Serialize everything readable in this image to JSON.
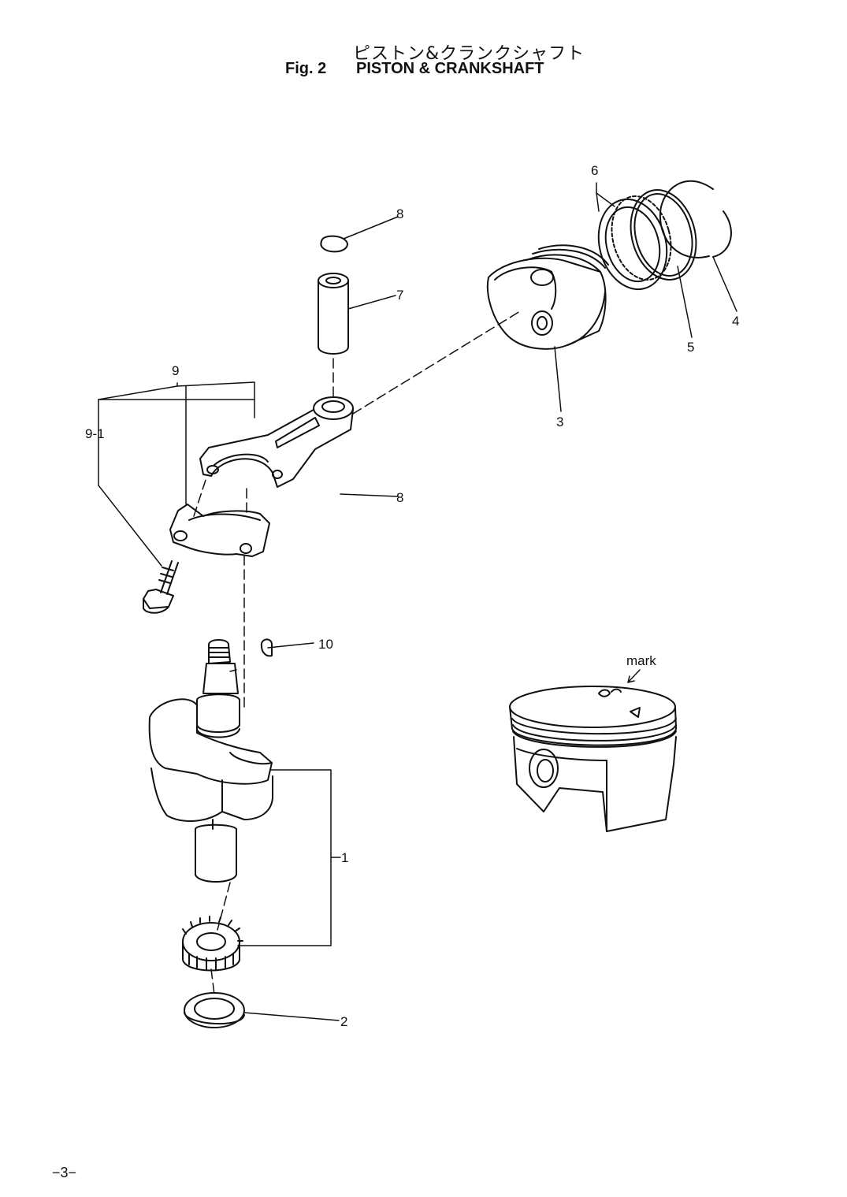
{
  "header": {
    "title_jp": "ピストン&クランクシャフト",
    "fig_label": "Fig. 2",
    "title_en": "PISTON & CRANKSHAFT"
  },
  "callouts": {
    "c1": "1",
    "c2": "2",
    "c3": "3",
    "c4": "4",
    "c5": "5",
    "c6": "6",
    "c7": "7",
    "c8a": "8",
    "c8b": "8",
    "c9": "9",
    "c9_1": "9-1",
    "c10": "10",
    "mark": "mark"
  },
  "footer": {
    "page": "−3−"
  }
}
